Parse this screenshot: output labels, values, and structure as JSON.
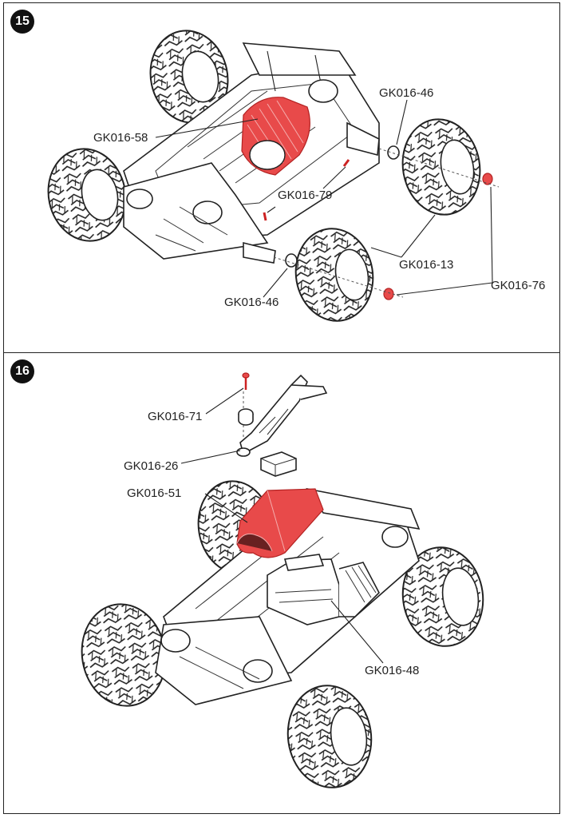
{
  "steps": {
    "step15": {
      "number": "15",
      "labels": {
        "gk016_58": "GK016-58",
        "gk016_46_top": "GK016-46",
        "gk016_79": "GK016-79",
        "gk016_13": "GK016-13",
        "gk016_76": "GK016-76",
        "gk016_46_bottom": "GK016-46"
      }
    },
    "step16": {
      "number": "16",
      "labels": {
        "gk016_71": "GK016-71",
        "gk016_26": "GK016-26",
        "gk016_51": "GK016-51",
        "gk016_48": "GK016-48"
      }
    }
  },
  "colors": {
    "highlight": "#e84a4a",
    "line": "#222222",
    "background": "#ffffff"
  }
}
